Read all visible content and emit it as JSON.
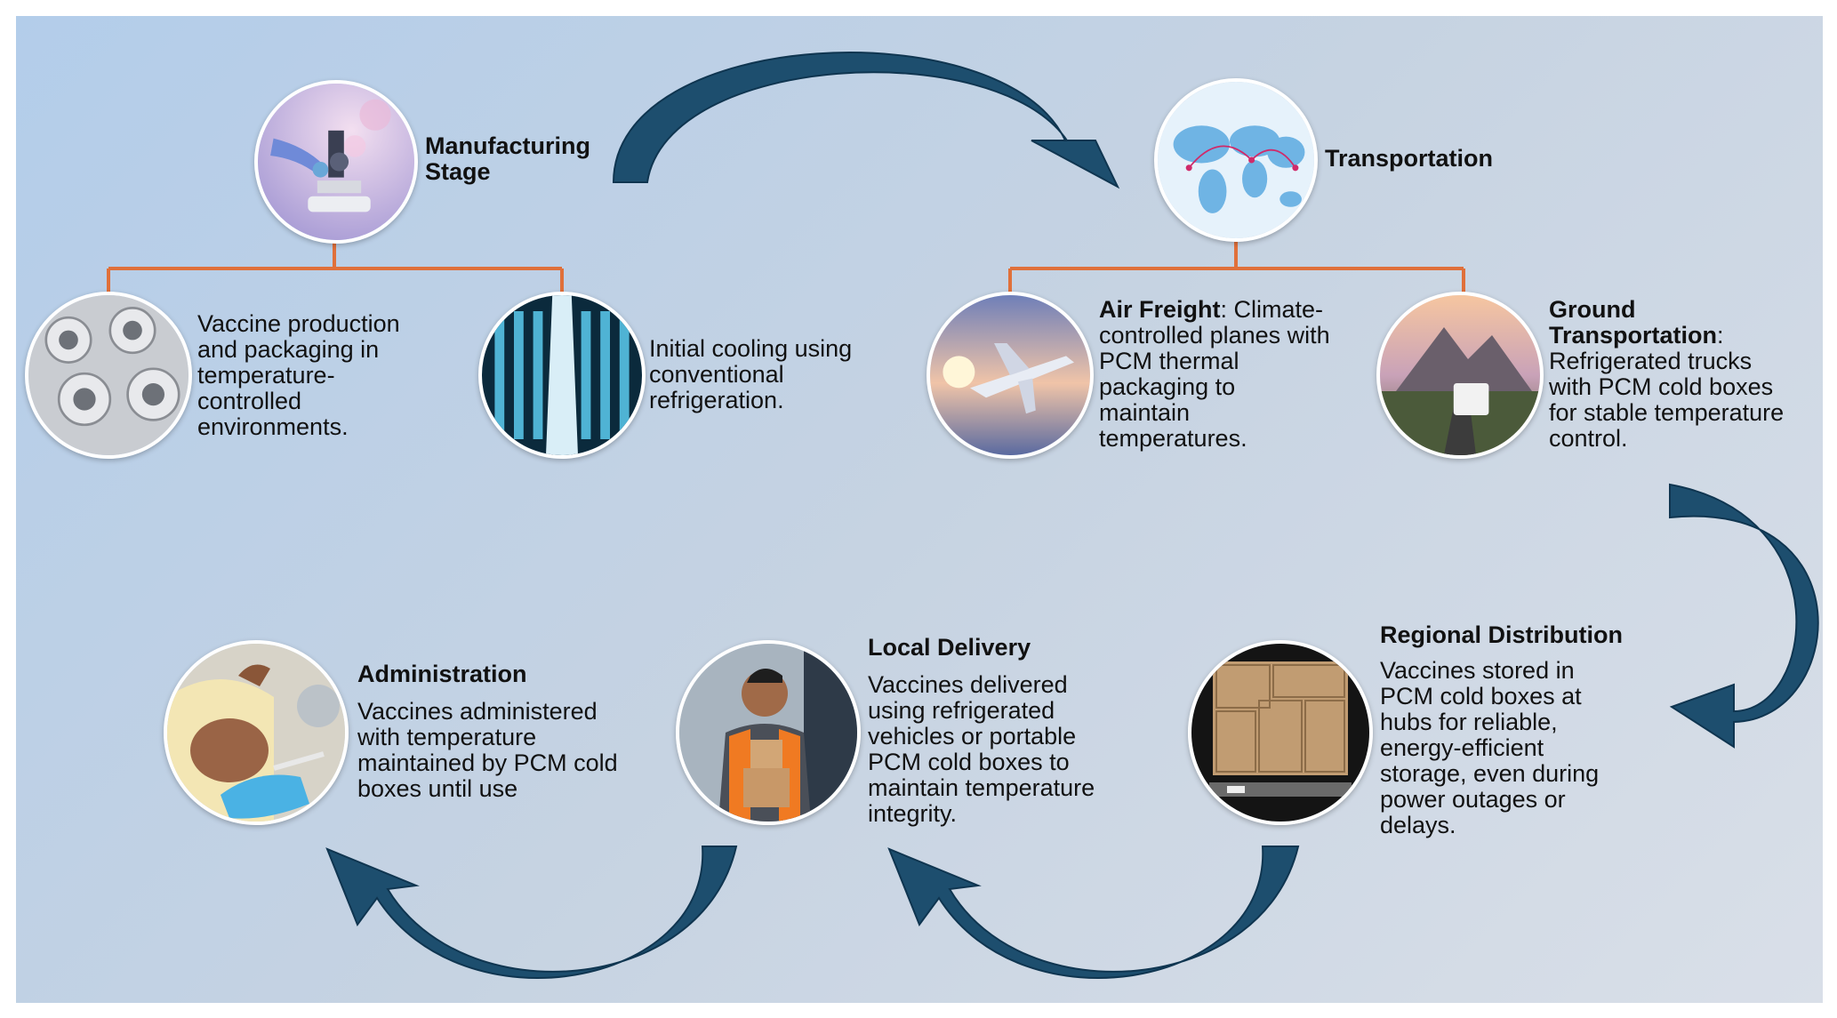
{
  "manufacturing": {
    "title": "Manufacturing Stage"
  },
  "vaccine_production": {
    "text": "Vaccine production and packaging in temperature-controlled environments."
  },
  "initial_cooling": {
    "text": "Initial cooling using conventional refrigeration."
  },
  "transportation": {
    "title": "Transportation"
  },
  "air_freight": {
    "title": "Air Freight",
    "text": "Climate-controlled planes with PCM thermal packaging to maintain temperatures."
  },
  "ground_transport": {
    "title": "Ground Transportation",
    "text": "Refrigerated trucks with PCM cold boxes for stable temperature control."
  },
  "regional": {
    "title": "Regional Distribution",
    "text": "Vaccines stored in PCM cold boxes at hubs for reliable, energy-efficient storage, even during power outages or delays."
  },
  "local": {
    "title": "Local Delivery",
    "text": "Vaccines delivered using refrigerated vehicles or portable PCM cold boxes to maintain temperature integrity."
  },
  "administration": {
    "title": "Administration",
    "text": "Vaccines administered with temperature maintained by PCM cold boxes until use"
  },
  "colors": {
    "arrow": "#1d4e6e",
    "connector": "#e0703a",
    "panel": "#c3d4e6"
  }
}
